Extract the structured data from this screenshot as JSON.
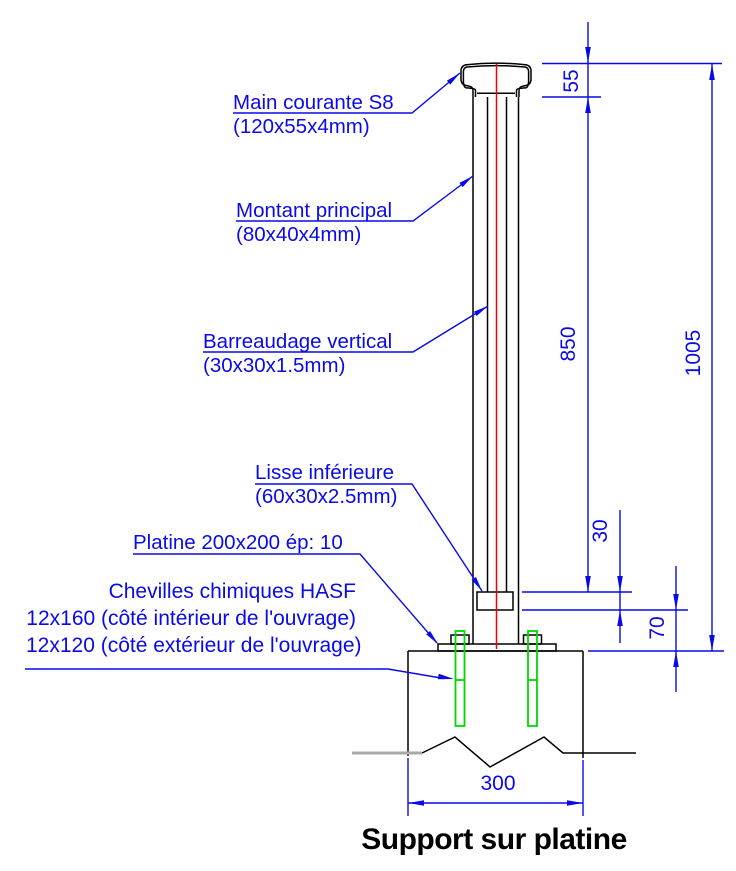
{
  "title": "Support sur platine",
  "callouts": {
    "main_courante": {
      "line1": "Main courante S8",
      "line2": "(120x55x4mm)"
    },
    "montant": {
      "line1": "Montant principal",
      "line2": "(80x40x4mm)"
    },
    "barreaudage": {
      "line1": "Barreaudage vertical",
      "line2": "(30x30x1.5mm)"
    },
    "lisse": {
      "line1": "Lisse inférieure",
      "line2": "(60x30x2.5mm)"
    },
    "platine": {
      "line1": "Platine 200x200 ép: 10"
    },
    "chevilles": {
      "line1": "Chevilles chimiques HASF",
      "line2": "12x160 (côté intérieur de l'ouvrage)",
      "line3": "12x120 (côté extérieur de l'ouvrage)"
    }
  },
  "dimensions": {
    "main_courante_height": "55",
    "montant_height": "850",
    "hauteur_totale": "1005",
    "lisse_height": "30",
    "lisse_to_scellement": "70",
    "largeur_support": "300"
  },
  "colors": {
    "annotation_blue": "#0a0ae8",
    "centerline_red": "#f00000",
    "anchor_green": "#00d900",
    "ground_gray": "#a8a8a8",
    "drawing_black": "#000000"
  }
}
